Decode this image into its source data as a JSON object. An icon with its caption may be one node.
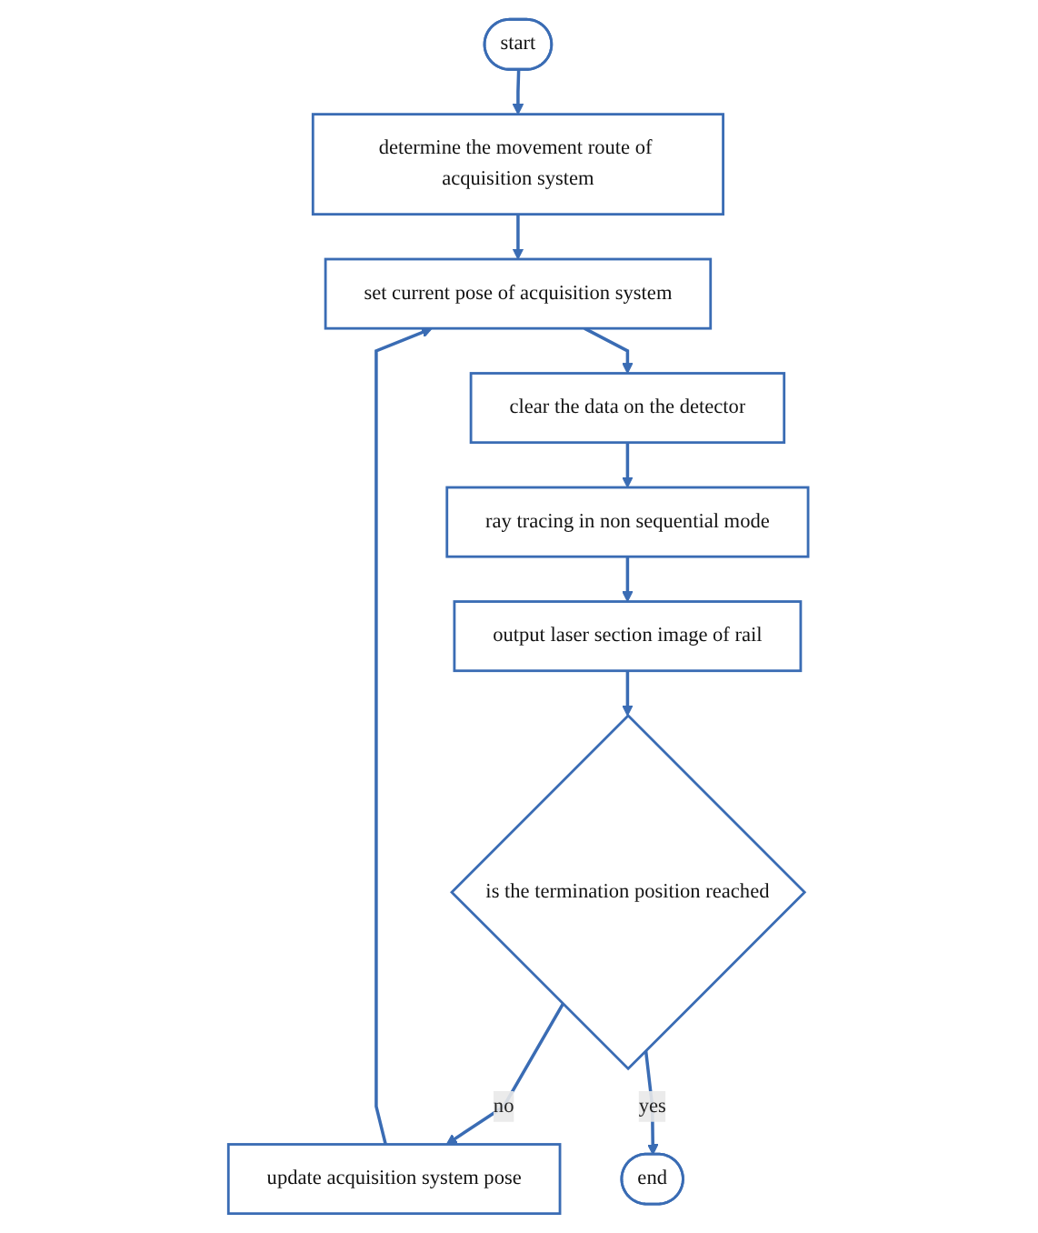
{
  "diagram": {
    "nodes": [
      {
        "text": [
          "start"
        ]
      },
      {
        "text": [
          "determine the movement route of acquisition system"
        ]
      },
      {
        "text": [
          "set current pose of acquisition system"
        ]
      },
      {
        "text": [
          "clear the data on the detector"
        ]
      },
      {
        "text": [
          "ray tracing in non sequential mode"
        ]
      },
      {
        "text": [
          "output laser section image of rail"
        ]
      },
      {
        "text": [
          "is the termination position reached"
        ]
      },
      {
        "text": [
          "update acquisition system pose"
        ]
      },
      {
        "text": [
          "end"
        ]
      }
    ],
    "edges": [
      {
        "from": 0,
        "to": 1,
        "arrow": "to"
      },
      {
        "from": 1,
        "to": 2,
        "arrow": "to"
      },
      {
        "from": 2,
        "to": 3,
        "arrow": "to"
      },
      {
        "from": 3,
        "to": 4,
        "arrow": "to"
      },
      {
        "from": 4,
        "to": 5,
        "arrow": "to"
      },
      {
        "from": 5,
        "to": 6,
        "arrow": "to"
      },
      {
        "from": 6,
        "to": 7,
        "label": "no",
        "arrow": "to"
      },
      {
        "from": 7,
        "to": 2,
        "arrow": "to"
      },
      {
        "from": 6,
        "to": 8,
        "label": "yes",
        "arrow": "to"
      }
    ]
  }
}
